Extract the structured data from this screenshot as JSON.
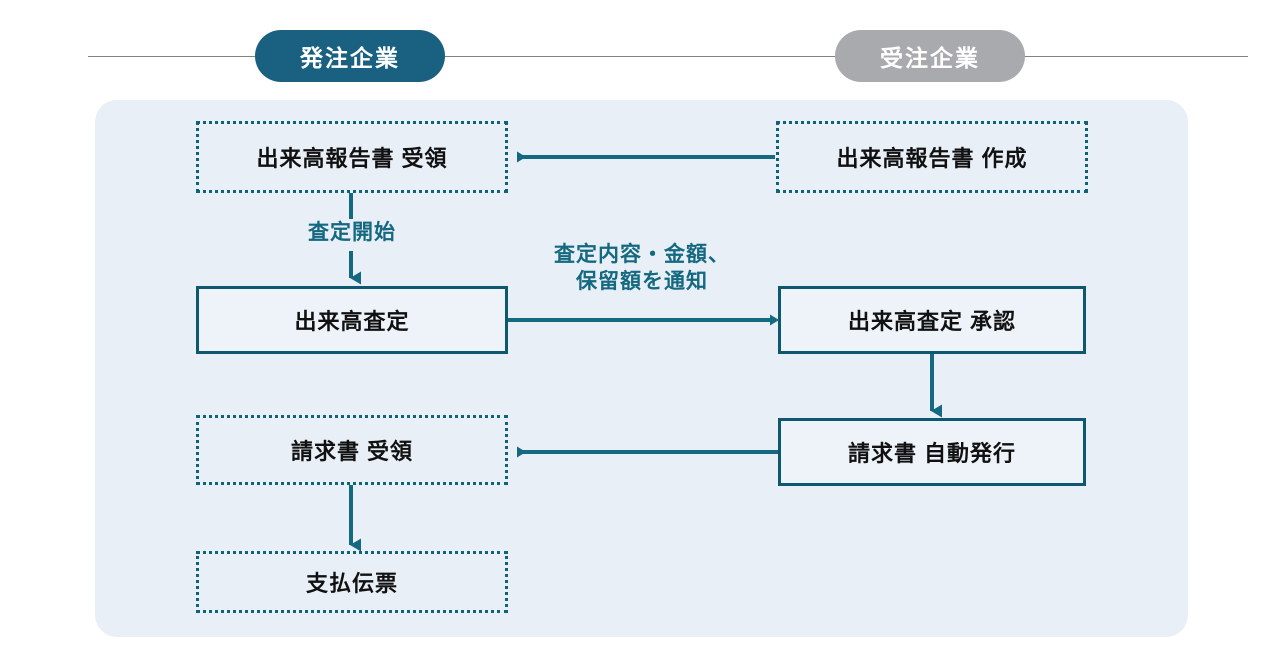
{
  "header": {
    "lanes": [
      {
        "label": "発注企業",
        "color": "#1a6080"
      },
      {
        "label": "受注企業",
        "color": "#a9aaad"
      }
    ]
  },
  "diagram": {
    "panel_color": "#e8eff7",
    "accent_color": "#0d5870",
    "label_color": "#14687f",
    "nodes": [
      {
        "id": "report-receive",
        "label": "出来高報告書 受領",
        "lane": "発注企業",
        "style": "dotted"
      },
      {
        "id": "report-create",
        "label": "出来高報告書 作成",
        "lane": "受注企業",
        "style": "dotted"
      },
      {
        "id": "assessment",
        "label": "出来高査定",
        "lane": "発注企業",
        "style": "solid"
      },
      {
        "id": "assessment-approve",
        "label": "出来高査定 承認",
        "lane": "受注企業",
        "style": "solid"
      },
      {
        "id": "invoice-receive",
        "label": "請求書 受領",
        "lane": "発注企業",
        "style": "dotted"
      },
      {
        "id": "invoice-issue",
        "label": "請求書 自動発行",
        "lane": "受注企業",
        "style": "solid"
      },
      {
        "id": "payment-slip",
        "label": "支払伝票",
        "lane": "発注企業",
        "style": "dotted"
      }
    ],
    "connectors": [
      {
        "id": "create-to-receive",
        "from": "report-create",
        "to": "report-receive",
        "label": ""
      },
      {
        "id": "receive-to-assessment",
        "from": "report-receive",
        "to": "assessment",
        "label": "査定開始"
      },
      {
        "id": "assessment-to-approve",
        "from": "assessment",
        "to": "assessment-approve",
        "label_line1": "査定内容・金額、",
        "label_line2": "保留額を通知"
      },
      {
        "id": "approve-to-issue",
        "from": "assessment-approve",
        "to": "invoice-issue",
        "label": ""
      },
      {
        "id": "issue-to-invoice-receive",
        "from": "invoice-issue",
        "to": "invoice-receive",
        "label": ""
      },
      {
        "id": "invoice-receive-to-slip",
        "from": "invoice-receive",
        "to": "payment-slip",
        "label": ""
      }
    ]
  }
}
